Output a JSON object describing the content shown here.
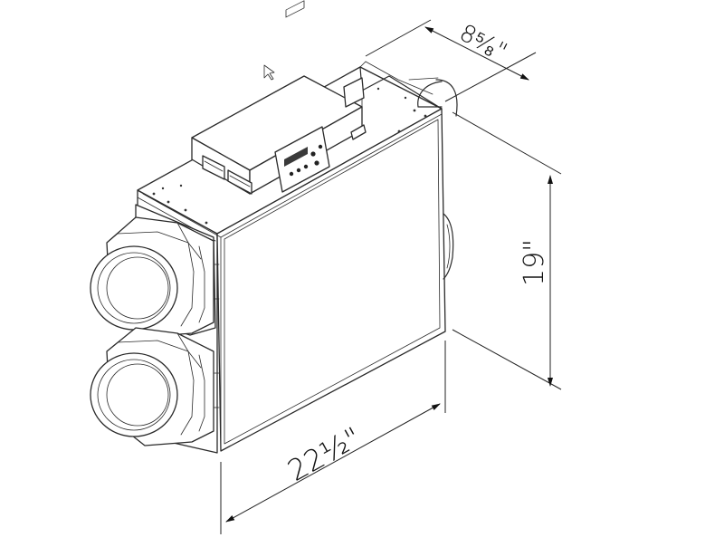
{
  "dimensions": {
    "depth_label": "8⁵⁄₈\"",
    "height_label": "19\"",
    "width_label": "22½\""
  },
  "colors": {
    "line": "#2a2a2a",
    "background": "#ffffff"
  }
}
